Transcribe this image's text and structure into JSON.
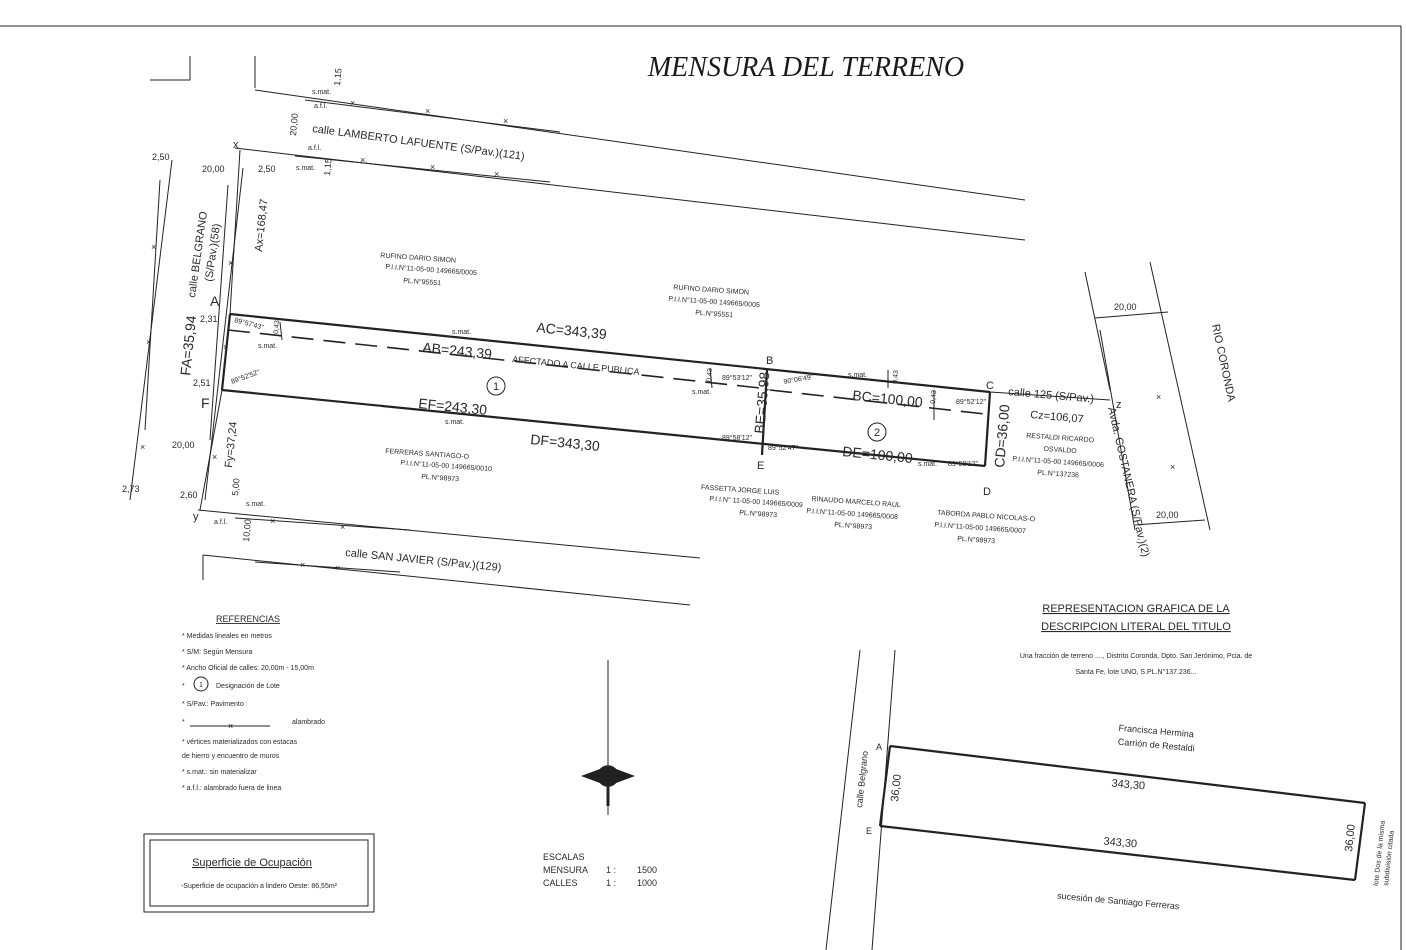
{
  "title": "MENSURA DEL TERRENO",
  "streets": {
    "lamberto": "calle LAMBERTO LAFUENTE (S/Pav.)(121)",
    "belgrano": "calle BELGRANO",
    "belgrano_sub": "(S/Pav.)(58)",
    "san_javier": "calle SAN JAVIER (S/Pav.)(129)",
    "calle125": "calle 125 (S/Pav.)",
    "costanera": "Avda. COSTANERA (S/Pav.)(2)",
    "rio": "RIO CORONDA"
  },
  "vertices": {
    "A": "A",
    "B": "B",
    "C": "C",
    "D": "D",
    "E": "E",
    "F": "F",
    "x": "x",
    "y": "y",
    "z": "z"
  },
  "dimensions": {
    "AC": "AC=343,39",
    "AB": "AB=243,39",
    "BC": "BC=100,00",
    "EF": "EF=243,30",
    "DF": "DF=343,30",
    "DE": "DE=100,00",
    "BE": "BE=35,98",
    "CD": "CD=36,00",
    "FA": "FA=35,94",
    "Ax": "Ax=168,47",
    "Fy": "Fy=37,24",
    "Cz": "Cz=106,07"
  },
  "labels": {
    "afectado": "AFECTADO A CALLE PUBLICA",
    "lot1": "1",
    "lot2": "2"
  },
  "small_dims": [
    "2,50",
    "20,00",
    "2,50",
    "20,00",
    "1,15",
    "1,15",
    "2,31",
    "2,51",
    "2,73",
    "2,60",
    "20,00",
    "5,00",
    "10,00",
    "0,43",
    "0,43",
    "0,43",
    "0,43",
    "20,00",
    "20,00"
  ],
  "marks": {
    "smat": "s.mat.",
    "afl": "a.f.l."
  },
  "angles": [
    "89°57'43\"",
    "89°52'52\"",
    "90°06'49\"",
    "89°53'12\"",
    "89°58'12\"",
    "89°52'47\"",
    "89°52'12\"",
    "89°58'12\""
  ],
  "owners": {
    "rufino1": [
      "RUFINO DARIO SIMON",
      "P.I.I.N°11-05-00 149665/0005",
      "PL.N°95551"
    ],
    "rufino2": [
      "RUFINO DARIO SIMON",
      "P.I.I.N°11-05-00 149665/0005",
      "PL.N°95551"
    ],
    "ferreras": [
      "FERRERAS SANTIAGO-O",
      "P.I.I.N°11-05-00 149665/0010",
      "PL.N°98973"
    ],
    "fassetta": [
      "FASSETTA JORGE LUIS",
      "P.I.I.N° 11-05-00 149665/0009",
      "PL.N°98973"
    ],
    "rinaudo": [
      "RINAUDO MARCELO RAUL",
      "P.I.I.N°11-05-00 149665/0008",
      "PL.N°98973"
    ],
    "taborda": [
      "TABORDA PABLO NICOLAS-O",
      "P.I.I.N°11-05-00 149665/0007",
      "PL.N°98973"
    ],
    "restaldi": [
      "RESTALDI RICARDO",
      "OSVALDO",
      "P.I.I.N°11-05-00 149665/0006",
      "PL.N°137236"
    ]
  },
  "references": {
    "heading": "REFERENCIAS",
    "items": [
      "* Medidas lineales en metros",
      "* S/M: Según Mensura",
      "* Ancho Oficial de calles:  20,00m - 15,00m",
      "Designación de Lote",
      "* S/Pav.: Pavimento",
      "alambrado",
      "* vértices materializados con estacas",
      "de hierro y encuentro de muros",
      "* s.mat.: sin materializar",
      "* a.f.l.: alambrado fuera de linea"
    ],
    "lot_symbol": "1",
    "star": "*"
  },
  "surface": {
    "heading": "Superficie de Ocupación",
    "text": "-Superficie de ocupación a lindero Oeste: 86,55m²"
  },
  "scales": {
    "heading": "ESCALAS",
    "rows": [
      {
        "name": "MENSURA",
        "sep": "1 :",
        "value": "1500"
      },
      {
        "name": "CALLES",
        "sep": "1 :",
        "value": "1000"
      }
    ]
  },
  "graphic": {
    "heading1": "REPRESENTACION GRAFICA DE LA",
    "heading2": "DESCRIPCION LITERAL DEL TITULO",
    "desc1": "Una fracción de terreno ...., Distrito Coronda, Dpto. San Jerónimo, Pcia. de",
    "desc2": "Santa Fe, lote UNO, S.PL.N°137.236...",
    "north_owner1": "Francisca Hermina",
    "north_owner2": "Carrión de Restaldi",
    "street": "calle Belgrano",
    "top_len": "343,30",
    "bottom_len": "343,30",
    "left_len": "36,00",
    "right_len": "36,00",
    "vA": "A",
    "vE": "E",
    "east1": "lote Dos de la misma",
    "east2": "subdivisión citada",
    "south_owner": "sucesión de Santiago Ferreras"
  }
}
